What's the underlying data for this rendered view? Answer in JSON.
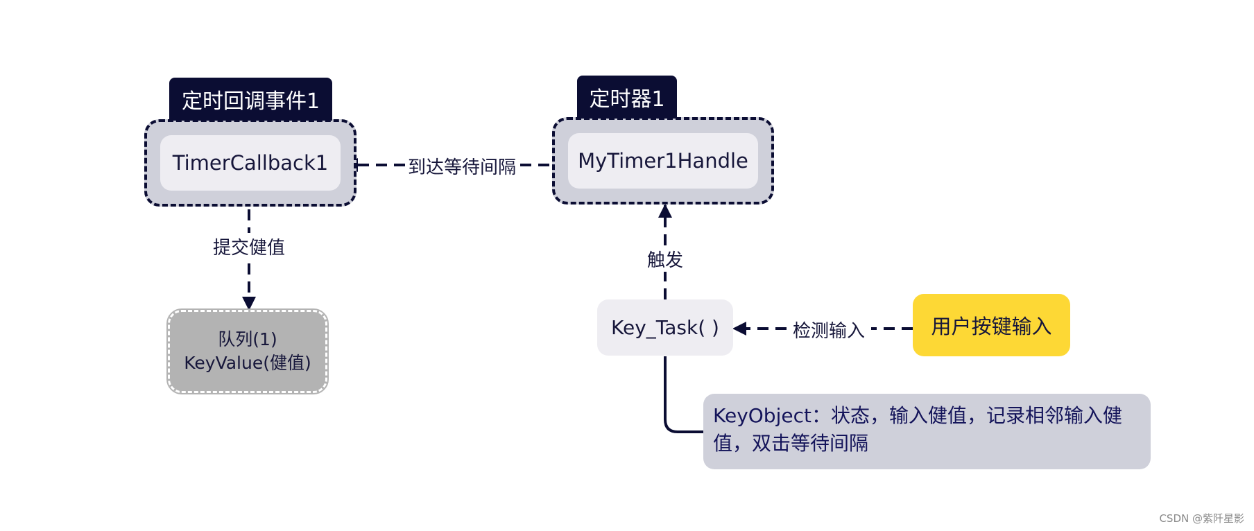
{
  "timer_callback_group": {
    "tab_label": "定时回调事件1",
    "node_label": "TimerCallback1"
  },
  "timer_group": {
    "tab_label": "定时器1",
    "node_label": "MyTimer1Handle"
  },
  "queue_node": {
    "line1": "队列(1)",
    "line2": "KeyValue(健值)"
  },
  "key_task_node": {
    "label": "Key_Task( )"
  },
  "user_input_node": {
    "label": "用户按键输入"
  },
  "note_node": {
    "text": "KeyObject：状态，输入健值，记录相邻输入健值，双击等待间隔"
  },
  "edge_labels": {
    "timer_to_callback": "到达等待间隔",
    "callback_to_queue": "提交健值",
    "task_to_timer": "触发",
    "user_to_task": "检测输入"
  },
  "watermark": "CSDN @紫阡星影",
  "colors": {
    "tab_dark": "#0b0d33",
    "group_fill": "#cfd0da",
    "inner_fill": "#eeedf2",
    "queue_fill": "#b3b3b3",
    "user_fill": "#fdd835",
    "note_text": "#14145a"
  }
}
